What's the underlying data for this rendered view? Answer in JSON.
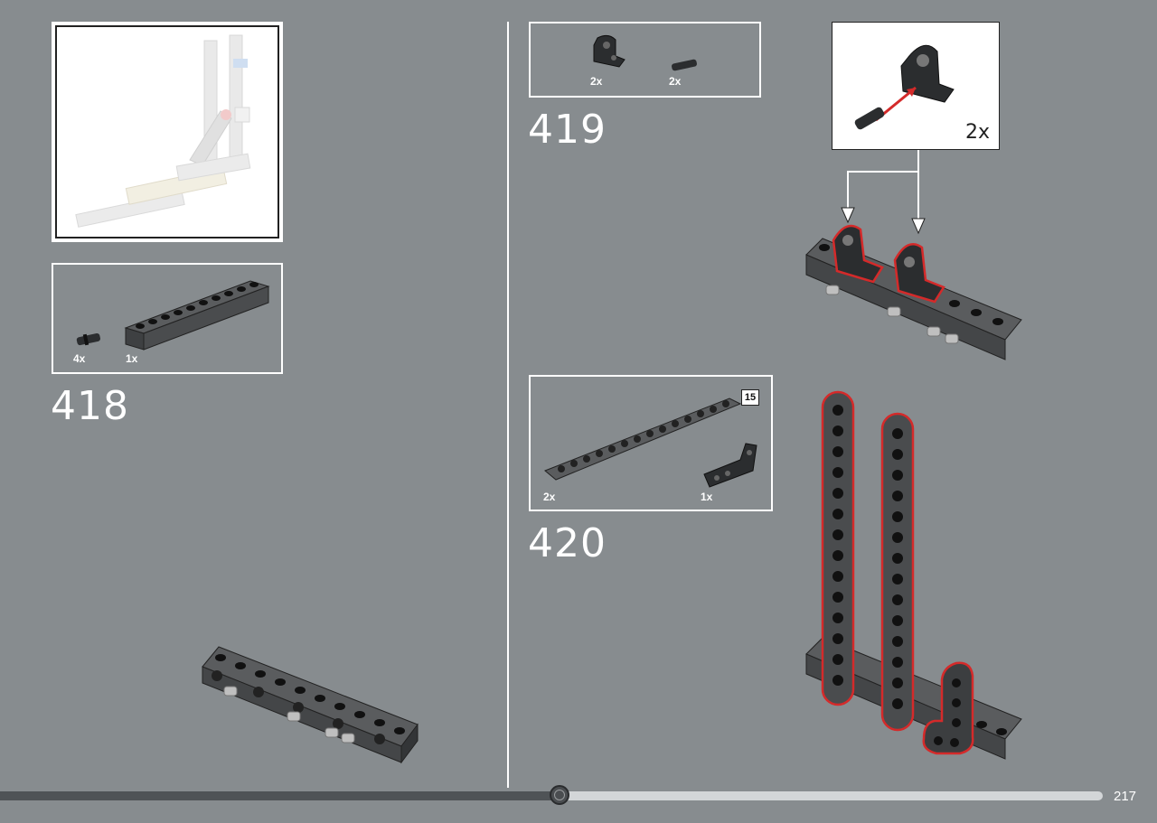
{
  "page": {
    "number": "217",
    "progress_fraction": 0.507
  },
  "steps": [
    {
      "number": "418",
      "parts": [
        {
          "qty": "4x",
          "part": "pin-connector"
        },
        {
          "qty": "1x",
          "part": "technic-brick-1x10"
        }
      ]
    },
    {
      "number": "419",
      "parts": [
        {
          "qty": "2x",
          "part": "axle-pin-block"
        },
        {
          "qty": "2x",
          "part": "pin-connector"
        }
      ],
      "subassembly_qty": "2x"
    },
    {
      "number": "420",
      "parts": [
        {
          "qty": "2x",
          "part": "technic-beam-15"
        },
        {
          "qty": "1x",
          "part": "technic-l-beam"
        }
      ],
      "beam_length_tag": "15"
    }
  ],
  "colors": {
    "background": "#878c8f",
    "highlight": "#d42a2a",
    "part_dark": "#3a3c3e",
    "frame": "#ffffff"
  }
}
